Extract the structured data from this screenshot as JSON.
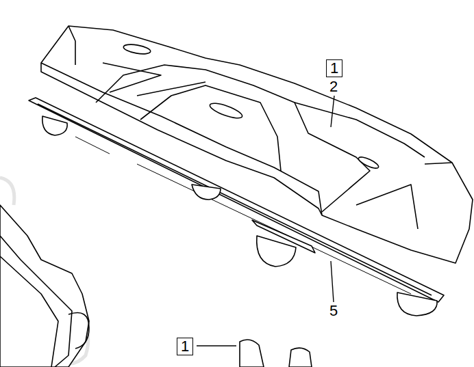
{
  "diagram": {
    "nodes": [
      {
        "text": [
          "1"
        ]
      },
      {
        "text": [
          "1"
        ]
      }
    ],
    "labels": [
      "2",
      "5"
    ]
  }
}
